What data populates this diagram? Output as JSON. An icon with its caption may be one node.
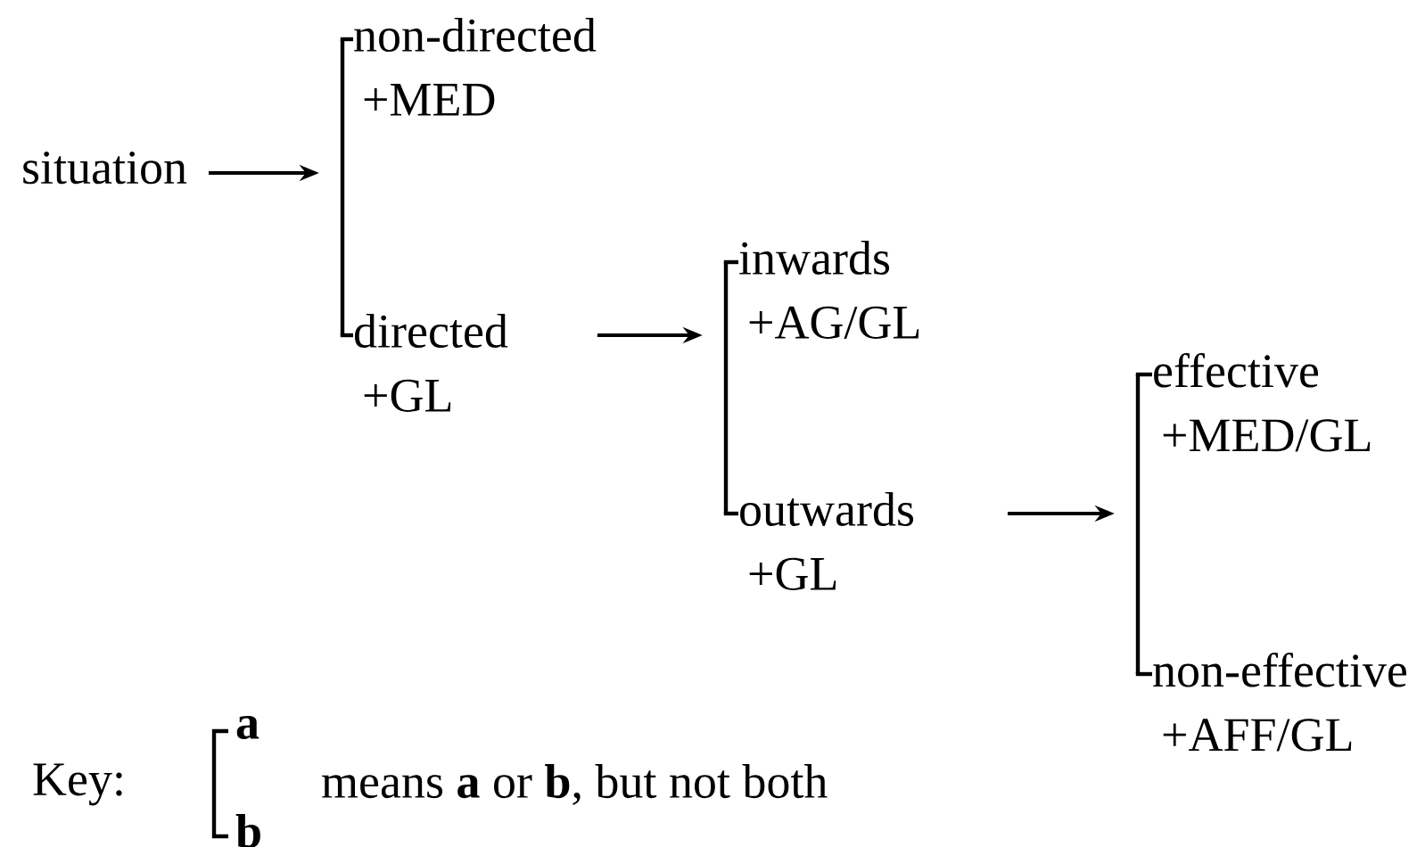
{
  "diagram": {
    "nodes": [
      {
        "text": [
          "situation"
        ]
      },
      {
        "text": [],
        "shape": "bar"
      },
      {
        "text": [
          "non-directed",
          "+MED"
        ]
      },
      {
        "text": [
          "directed",
          "+GL"
        ]
      },
      {
        "text": [],
        "shape": "bar"
      },
      {
        "text": [
          "inwards",
          "+AG/GL"
        ]
      },
      {
        "text": [
          "outwards",
          "+GL"
        ]
      },
      {
        "text": [],
        "shape": "bar"
      },
      {
        "text": [
          "effective",
          "+MED/GL"
        ]
      },
      {
        "text": [
          "non-effective",
          "+AFF/GL"
        ]
      }
    ],
    "edges": [
      {
        "from": 0,
        "to": 1,
        "arrow": "to"
      },
      {
        "from": 1,
        "to": 2,
        "arrow": "none"
      },
      {
        "from": 1,
        "to": 3,
        "arrow": "none"
      },
      {
        "from": 3,
        "to": 4,
        "arrow": "to"
      },
      {
        "from": 4,
        "to": 5,
        "arrow": "none"
      },
      {
        "from": 4,
        "to": 6,
        "arrow": "none"
      },
      {
        "from": 6,
        "to": 7,
        "arrow": "to"
      },
      {
        "from": 7,
        "to": 8,
        "arrow": "none"
      },
      {
        "from": 7,
        "to": 9,
        "arrow": "none"
      }
    ],
    "labels": [
      "Key:",
      "a",
      "b",
      "means **a** or **b**, but not both"
    ]
  }
}
